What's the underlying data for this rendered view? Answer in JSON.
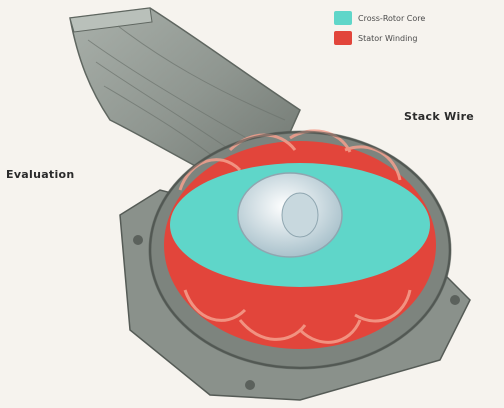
{
  "labels": {
    "left": "Evaluation",
    "right": "Stack Wire"
  },
  "legend": [
    {
      "text": "Cross-Rotor Core",
      "color": "#5fd6c9",
      "swatch_name": "cyan-swatch"
    },
    {
      "text": "Stator Winding",
      "color": "#e2453b",
      "swatch_name": "red-swatch"
    }
  ],
  "colors": {
    "housing": "#8f9690",
    "housing_dark": "#5f6660",
    "cyan": "#5fd6c9",
    "red": "#e2453b",
    "hub": "#d7e4ea",
    "background": "#f6f3ee"
  }
}
